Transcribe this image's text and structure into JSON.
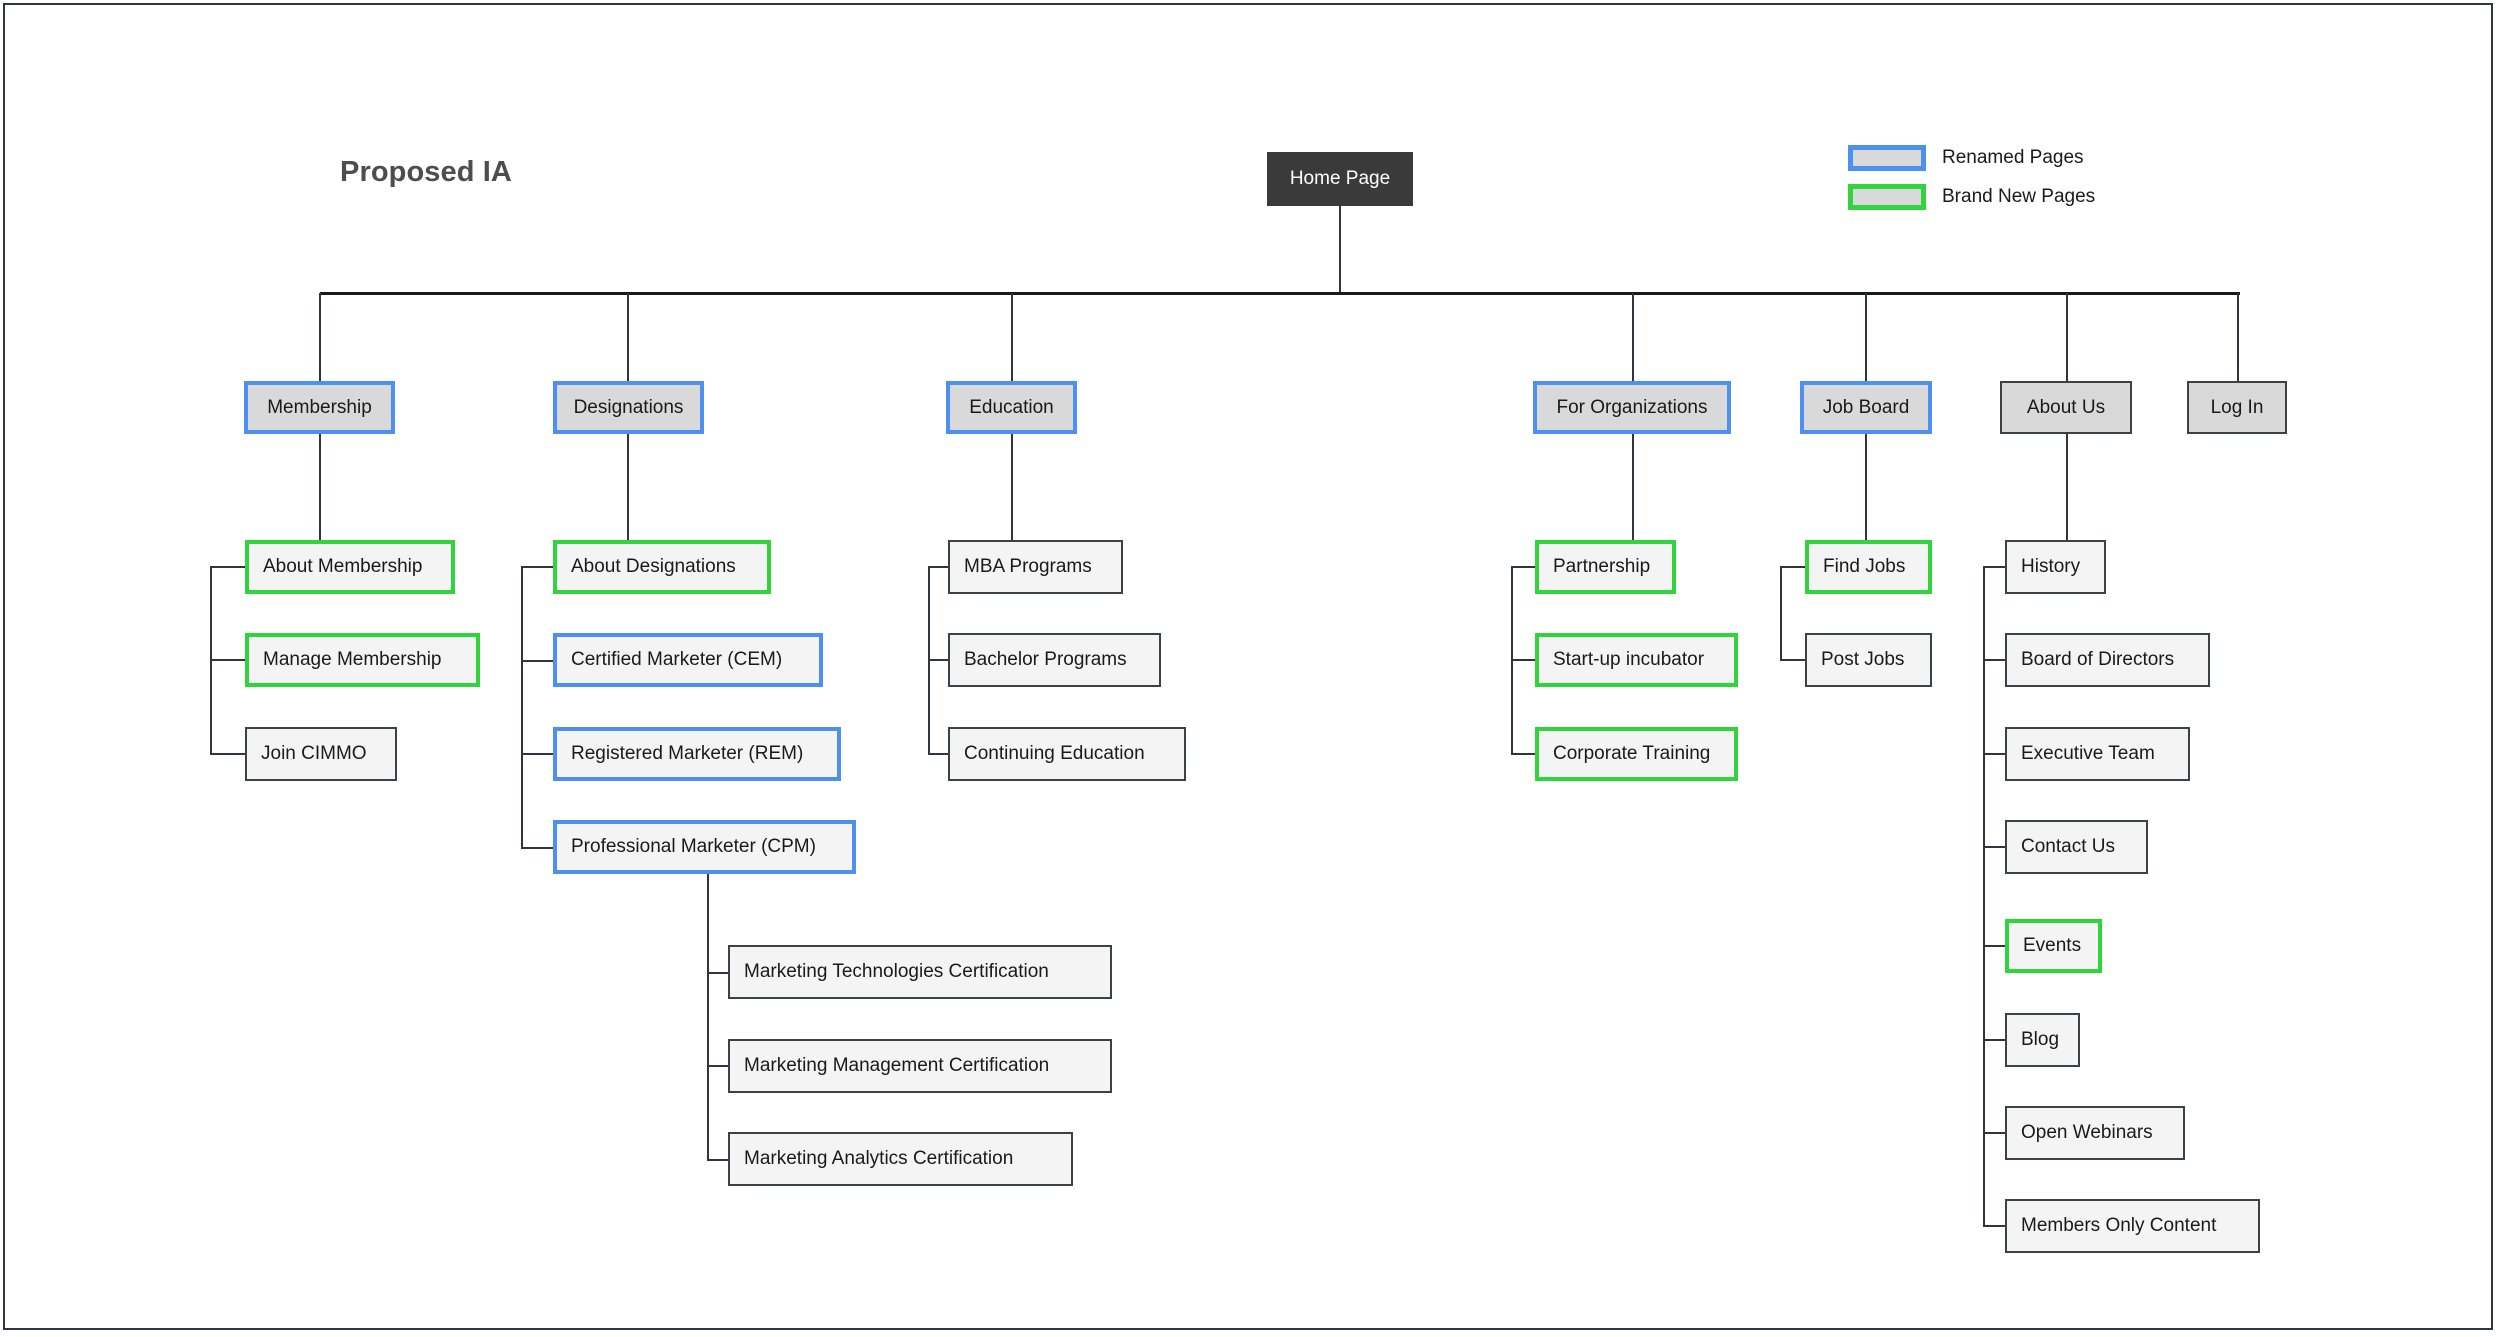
{
  "diagram": {
    "title": "Proposed IA",
    "root": {
      "label": "Home Page"
    },
    "legend": [
      {
        "label": "Renamed Pages",
        "color": "#4d90f0",
        "kind": "renamed"
      },
      {
        "label": "Brand New Pages",
        "color": "#31d43c",
        "kind": "brandnew"
      }
    ],
    "colors": {
      "renamed_border": "#4d90f0",
      "brandnew_border": "#31d43c",
      "default_border": "#3c4048",
      "root_fill": "#3a3a3a",
      "toplevel_fill": "#d9d9d9",
      "node_fill": "#f4f4f4",
      "title_color": "#4d4d4d"
    },
    "sections": [
      {
        "parent": {
          "label": "Membership",
          "kind": "renamed"
        },
        "children": [
          {
            "label": "About Membership",
            "kind": "brandnew"
          },
          {
            "label": "Manage Membership",
            "kind": "brandnew"
          },
          {
            "label": "Join CIMMO",
            "kind": "default"
          }
        ]
      },
      {
        "parent": {
          "label": "Designations",
          "kind": "renamed"
        },
        "children": [
          {
            "label": "About Designations",
            "kind": "brandnew"
          },
          {
            "label": "Certified Marketer (CEM)",
            "kind": "renamed"
          },
          {
            "label": "Registered Marketer (REM)",
            "kind": "renamed"
          },
          {
            "label": "Professional Marketer (CPM)",
            "kind": "renamed",
            "children": [
              {
                "label": "Marketing Technologies Certification",
                "kind": "default"
              },
              {
                "label": "Marketing Management Certification",
                "kind": "default"
              },
              {
                "label": "Marketing Analytics Certification",
                "kind": "default"
              }
            ]
          }
        ]
      },
      {
        "parent": {
          "label": "Education",
          "kind": "renamed"
        },
        "children": [
          {
            "label": "MBA Programs",
            "kind": "default"
          },
          {
            "label": "Bachelor Programs",
            "kind": "default"
          },
          {
            "label": "Continuing Education",
            "kind": "default"
          }
        ]
      },
      {
        "parent": {
          "label": "For Organizations",
          "kind": "renamed"
        },
        "children": [
          {
            "label": "Partnership",
            "kind": "brandnew"
          },
          {
            "label": "Start-up incubator",
            "kind": "brandnew"
          },
          {
            "label": "Corporate Training",
            "kind": "brandnew"
          }
        ]
      },
      {
        "parent": {
          "label": "Job Board",
          "kind": "renamed"
        },
        "children": [
          {
            "label": "Find Jobs",
            "kind": "brandnew"
          },
          {
            "label": "Post Jobs",
            "kind": "default"
          }
        ]
      },
      {
        "parent": {
          "label": "About Us",
          "kind": "default"
        },
        "children": [
          {
            "label": "History",
            "kind": "default"
          },
          {
            "label": "Board of Directors",
            "kind": "default"
          },
          {
            "label": "Executive Team",
            "kind": "default"
          },
          {
            "label": "Contact Us",
            "kind": "default"
          },
          {
            "label": "Events",
            "kind": "brandnew"
          },
          {
            "label": "Blog",
            "kind": "default"
          },
          {
            "label": "Open Webinars",
            "kind": "default"
          },
          {
            "label": "Members Only Content",
            "kind": "default"
          }
        ]
      },
      {
        "parent": {
          "label": "Log In",
          "kind": "default"
        },
        "children": []
      }
    ]
  }
}
